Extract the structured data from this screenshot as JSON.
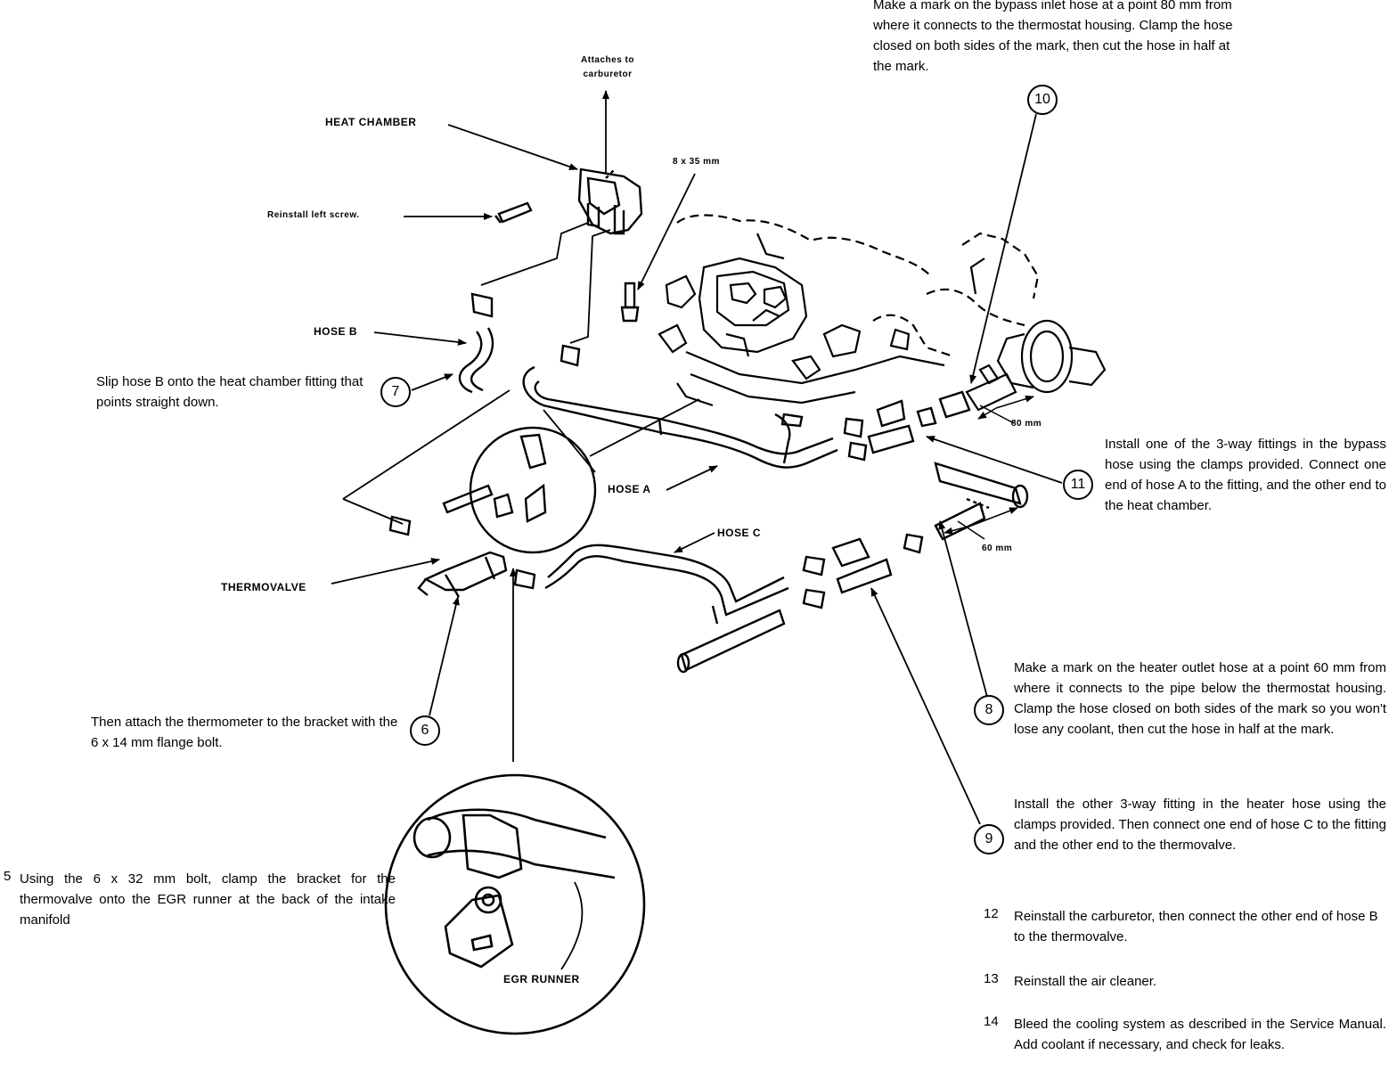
{
  "labels": {
    "attaches_to_carburetor": "Attaches to carburetor",
    "heat_chamber": "HEAT CHAMBER",
    "reinstall_left_screw": "Reinstall left screw.",
    "bolt_8x35": "8 x 35 mm",
    "hose_b": "HOSE B",
    "hose_a": "HOSE A",
    "hose_c": "HOSE C",
    "thermovalve": "THERMOVALVE",
    "egr_runner": "EGR RUNNER",
    "dim_80mm": "80 mm",
    "dim_60mm": "60 mm"
  },
  "steps": {
    "step5": {
      "num": "5",
      "text": "Using the 6 x 32 mm bolt, clamp the bracket for the thermovalve onto the EGR runner at the back of the intake manifold"
    },
    "step6": {
      "num": "6",
      "text": "Then attach the thermometer to the bracket with the 6 x 14 mm flange bolt."
    },
    "step7": {
      "num": "7",
      "text": "Slip hose B onto the heat chamber fitting that points straight down."
    },
    "step8": {
      "num": "8",
      "text": "Make a mark on the heater outlet hose at a point 60 mm from where it connects to the pipe below the thermostat housing. Clamp the hose closed on both sides of the mark so you won't lose any coolant, then cut the hose in half at the mark."
    },
    "step9": {
      "num": "9",
      "text": "Install the other 3-way fitting in the heater hose using the clamps provided. Then connect one end of hose C to the fitting and the other end to the thermovalve."
    },
    "step10": {
      "num": "10",
      "text": "Make a mark on the bypass inlet hose at a point 80 mm from where it connects to the thermostat housing. Clamp the hose closed on both sides of the mark, then cut the hose in half at the mark."
    },
    "step11": {
      "num": "11",
      "text": "Install one of the 3-way fittings in the bypass hose using the clamps provided. Connect one end of hose A to the fitting, and the other end to the heat chamber."
    },
    "step12": {
      "num": "12",
      "text": "Reinstall the carburetor, then connect the other end of hose B to the thermovalve."
    },
    "step13": {
      "num": "13",
      "text": "Reinstall the air cleaner."
    },
    "step14": {
      "num": "14",
      "text": "Bleed the cooling system as described in the Service Manual. Add coolant if necessary, and check for leaks."
    }
  }
}
